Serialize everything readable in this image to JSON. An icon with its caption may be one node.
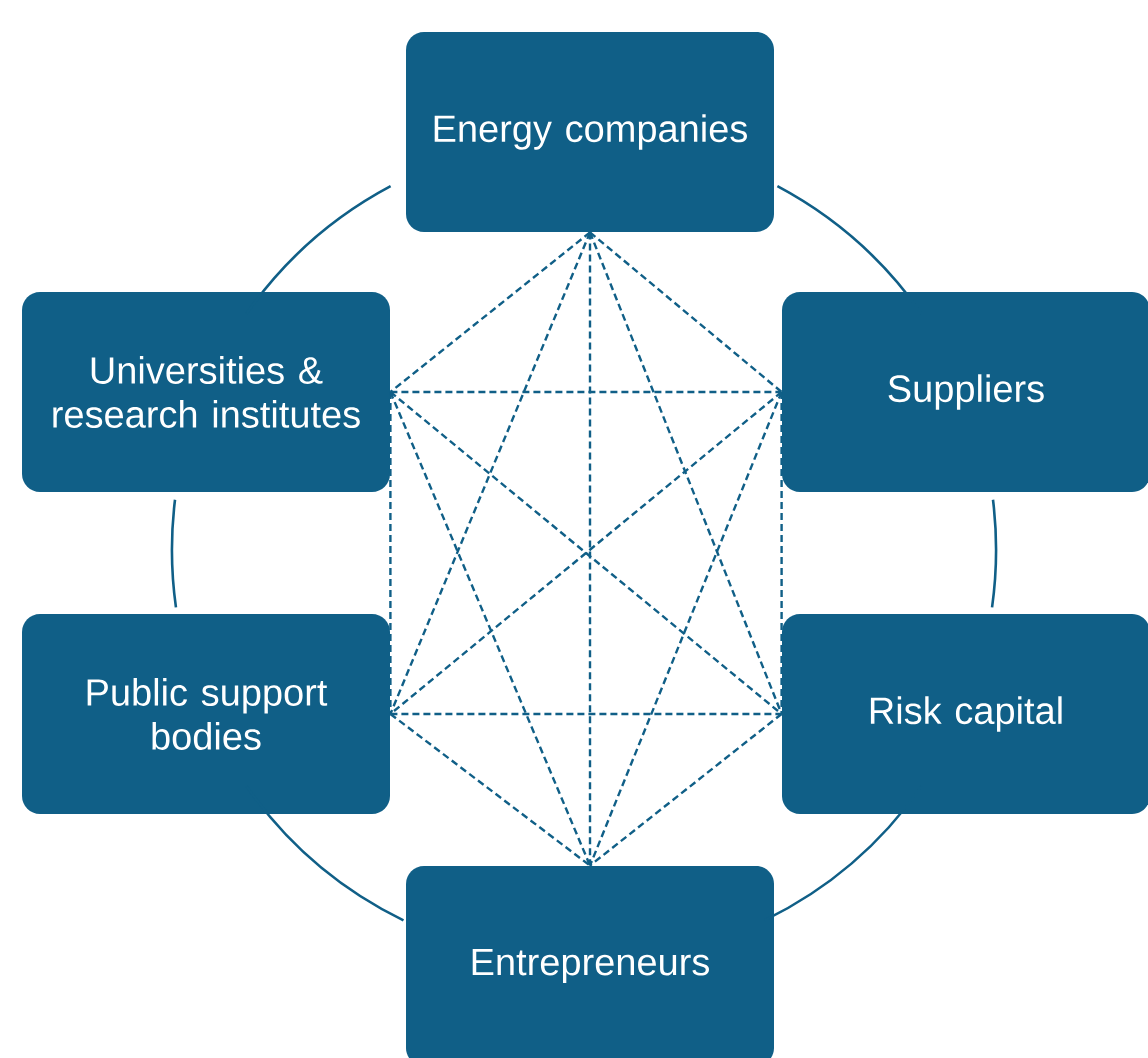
{
  "diagram": {
    "nodes": [
      {
        "text": [
          "Energy companies"
        ]
      },
      {
        "text": [
          "Universities & research institutes"
        ]
      },
      {
        "text": [
          "Suppliers"
        ]
      },
      {
        "text": [
          "Public support bodies"
        ]
      },
      {
        "text": [
          "Risk capital"
        ]
      },
      {
        "text": [
          "Entrepreneurs"
        ]
      }
    ],
    "edges": [
      {
        "from": 0,
        "to": 1,
        "arrow": "none"
      },
      {
        "from": 0,
        "to": 2,
        "arrow": "none"
      },
      {
        "from": 1,
        "to": 3,
        "arrow": "none"
      },
      {
        "from": 2,
        "to": 4,
        "arrow": "none"
      },
      {
        "from": 3,
        "to": 5,
        "arrow": "none"
      },
      {
        "from": 4,
        "to": 5,
        "arrow": "none"
      },
      {
        "from": 0,
        "to": 1,
        "arrow": "none",
        "style": "dashed"
      },
      {
        "from": 0,
        "to": 2,
        "arrow": "none",
        "style": "dashed"
      },
      {
        "from": 0,
        "to": 3,
        "arrow": "none",
        "style": "dashed"
      },
      {
        "from": 0,
        "to": 4,
        "arrow": "none",
        "style": "dashed"
      },
      {
        "from": 0,
        "to": 5,
        "arrow": "none",
        "style": "dashed"
      },
      {
        "from": 1,
        "to": 2,
        "arrow": "none",
        "style": "dashed"
      },
      {
        "from": 1,
        "to": 3,
        "arrow": "none",
        "style": "dashed"
      },
      {
        "from": 1,
        "to": 4,
        "arrow": "none",
        "style": "dashed"
      },
      {
        "from": 1,
        "to": 5,
        "arrow": "none",
        "style": "dashed"
      },
      {
        "from": 2,
        "to": 3,
        "arrow": "none",
        "style": "dashed"
      },
      {
        "from": 2,
        "to": 4,
        "arrow": "none",
        "style": "dashed"
      },
      {
        "from": 2,
        "to": 5,
        "arrow": "none",
        "style": "dashed"
      },
      {
        "from": 3,
        "to": 4,
        "arrow": "none",
        "style": "dashed"
      },
      {
        "from": 3,
        "to": 5,
        "arrow": "none",
        "style": "dashed"
      },
      {
        "from": 4,
        "to": 5,
        "arrow": "none",
        "style": "dashed"
      }
    ]
  }
}
